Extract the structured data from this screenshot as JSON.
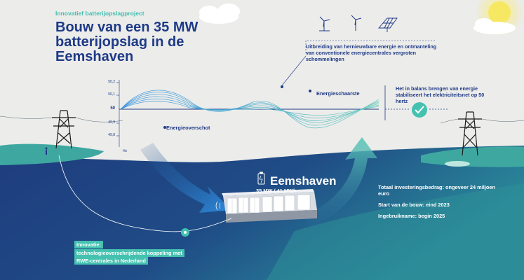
{
  "kicker": "Innovatief batterijopslagproject",
  "title": "Bouw van een 35 MW batterijopslag in de Eemshaven",
  "notes": {
    "renewables": "Uitbreiding van hernieuwbare energie en ontmanteling van conventionele energiecentrales vergroten schommelingen",
    "balance": "Het in balans brengen van energie stabiliseert het elektriciteitsnet op 50 hertz"
  },
  "frequency_chart": {
    "ticks": [
      "50,2",
      "50,1",
      "50",
      "49,9",
      "49,8"
    ],
    "unit": "Hz",
    "shortage_label": "Energieschaarste",
    "surplus_label": "Energieoverschot"
  },
  "battery": {
    "name": "Eemshaven",
    "capacity": "35 MW / 41 MWh"
  },
  "facts": [
    "Totaal investeringsbedrag: ongeveer 24 miljoen euro",
    "Start van de bouw: eind 2023",
    "Ingebruikname: begin 2025"
  ],
  "innovation": {
    "heading": "Innovatie:",
    "body": "technologieoverschrijdende koppeling met RWE-centrales in Nederland"
  },
  "colors": {
    "navy": "#1e3a87",
    "teal": "#45c1b0",
    "sky": "#ececea",
    "sea_dark": "#1f3c7e",
    "arrow_blue": "#2f8de0",
    "sun": "#f4e35a"
  },
  "icons": [
    "wind-turbine-icon",
    "solar-panel-icon",
    "pylon-icon",
    "check-icon",
    "battery-container-icon",
    "sun-icon",
    "cloud-icon"
  ]
}
